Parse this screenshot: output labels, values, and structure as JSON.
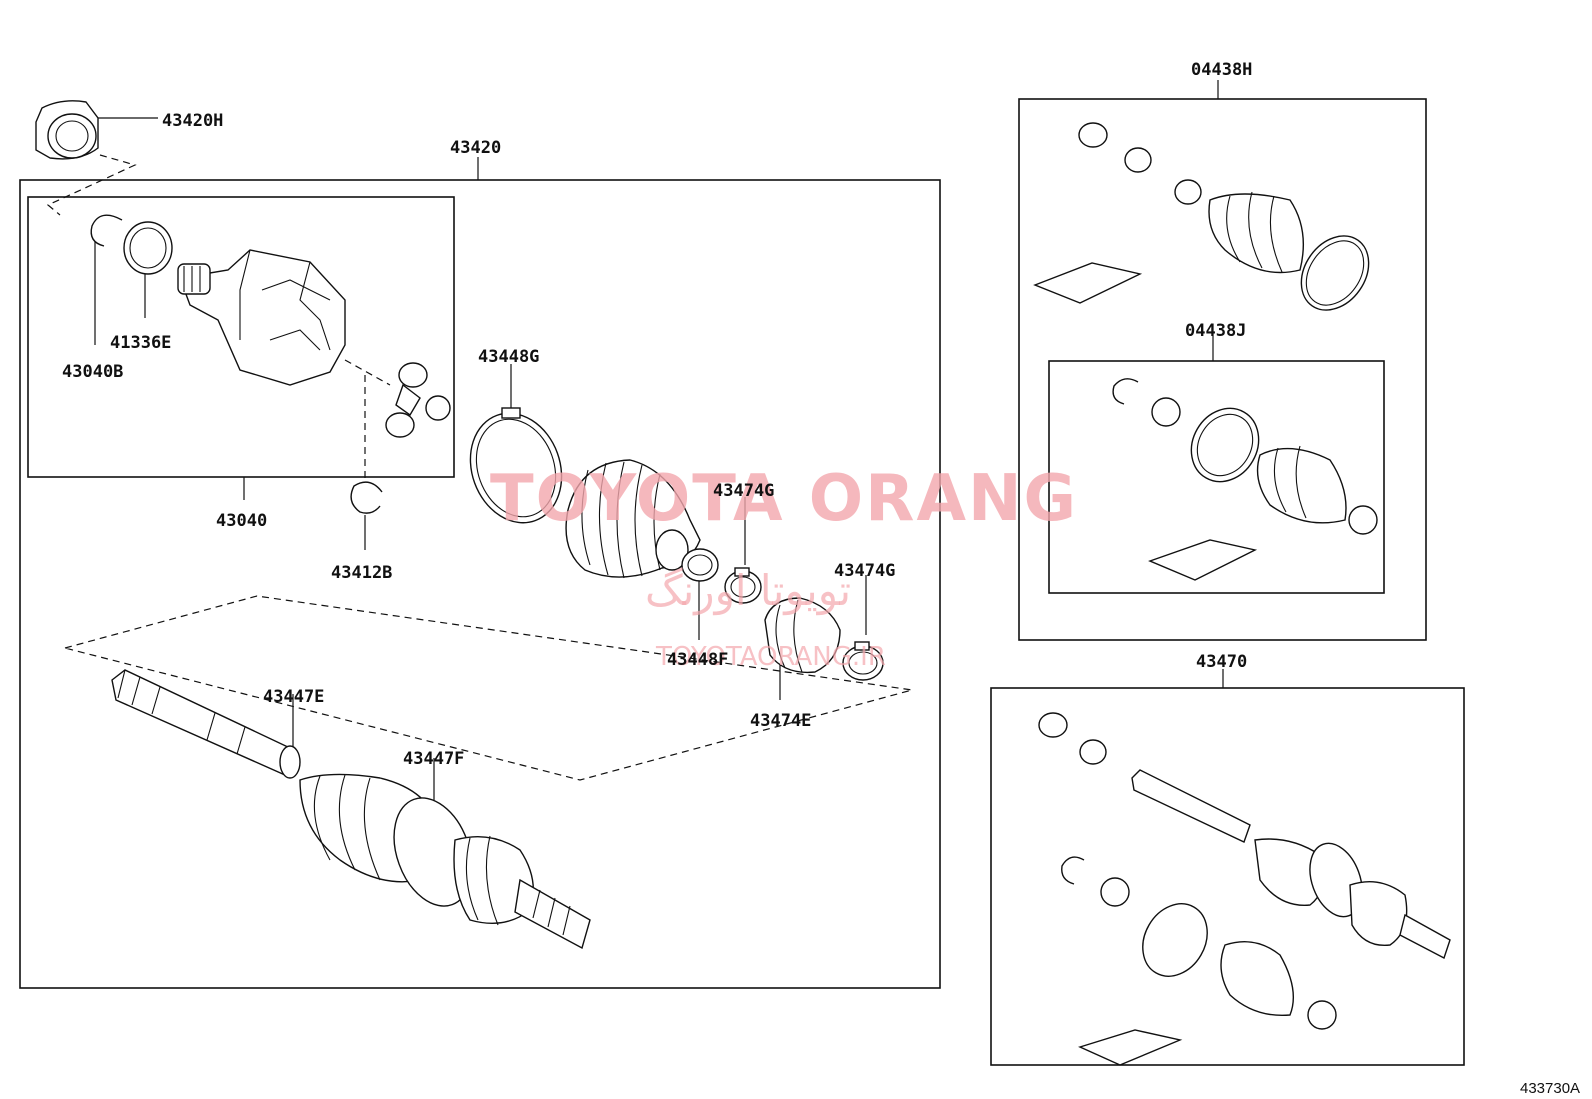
{
  "watermark": {
    "main": "TOYOTA ORANG",
    "persian": "تویوتا اورنگ",
    "url": "TOYOTAORANG.IR"
  },
  "reference_code": "433730A",
  "part_labels": {
    "p43420H": "43420H",
    "p43420": "43420",
    "p43040B": "43040B",
    "p41336E": "41336E",
    "p43040": "43040",
    "p43412B": "43412B",
    "p43448G": "43448G",
    "p43474G_a": "43474G",
    "p43474G_b": "43474G",
    "p43448F": "43448F",
    "p43474E": "43474E",
    "p43447E": "43447E",
    "p43447F": "43447F",
    "p04438H": "04438H",
    "p04438J": "04438J",
    "p43470": "43470"
  }
}
